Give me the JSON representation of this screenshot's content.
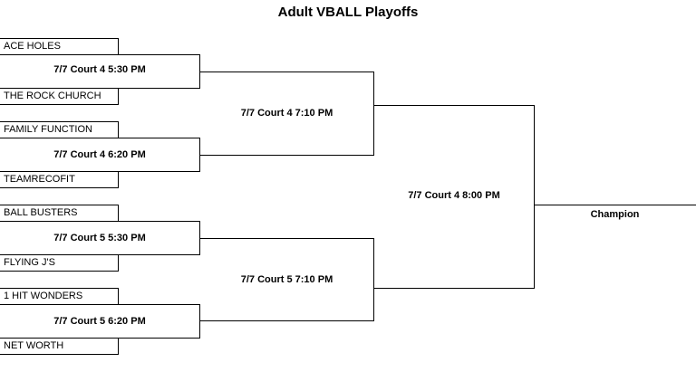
{
  "title": "Adult VBALL Playoffs",
  "round1": {
    "teams": [
      "ACE HOLES",
      "THE ROCK CHURCH",
      "FAMILY FUNCTION",
      "TEAMRECOFIT",
      "BALL BUSTERS",
      "FLYING J'S",
      "1 HIT WONDERS",
      "NET WORTH"
    ],
    "games": [
      "7/7 Court 4 5:30 PM",
      "7/7 Court 4 6:20 PM",
      "7/7 Court 5 5:30 PM",
      "7/7 Court 5 6:20 PM"
    ]
  },
  "round2": {
    "games": [
      "7/7 Court 4 7:10 PM",
      "7/7 Court 5 7:10 PM"
    ]
  },
  "final": {
    "game": "7/7 Court 4 8:00 PM"
  },
  "champion_label": "Champion"
}
